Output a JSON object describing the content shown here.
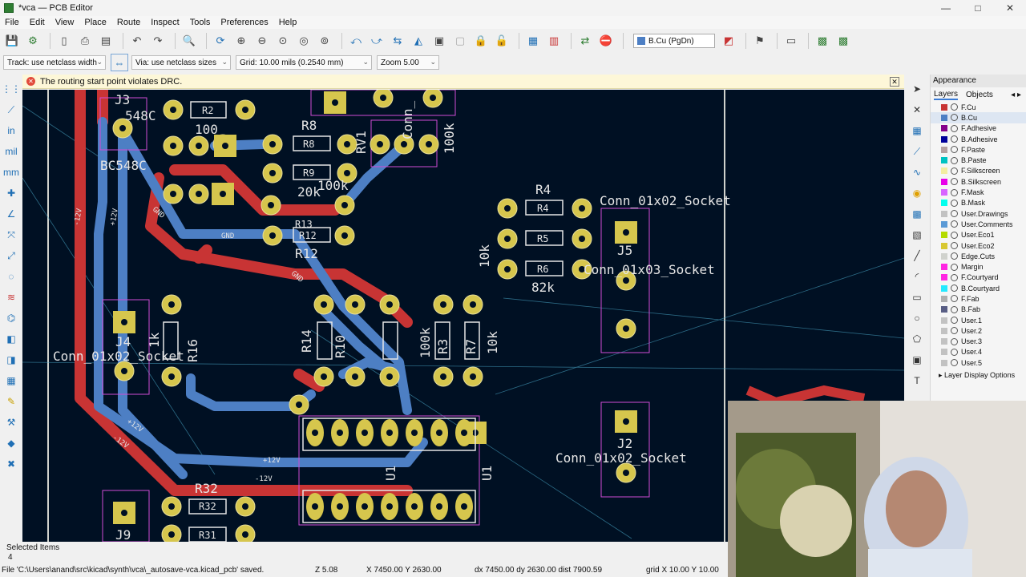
{
  "window": {
    "title": "*vca — PCB Editor",
    "minimize": "—",
    "maximize": "□",
    "close": "✕"
  },
  "menu": [
    "File",
    "Edit",
    "View",
    "Place",
    "Route",
    "Inspect",
    "Tools",
    "Preferences",
    "Help"
  ],
  "toolbar": {
    "layer": "B.Cu (PgDn)",
    "layer_color": "#4d7fc4"
  },
  "options": {
    "track": "Track: use netclass width",
    "via": "Via: use netclass sizes",
    "grid": "Grid: 10.00 mils (0.2540 mm)",
    "zoom": "Zoom 5.00"
  },
  "infobar": {
    "message": "The routing start point violates DRC."
  },
  "appearance": {
    "title": "Appearance",
    "tabs": [
      "Layers",
      "Objects"
    ],
    "layers": [
      {
        "name": "F.Cu",
        "color": "#c83434"
      },
      {
        "name": "B.Cu",
        "color": "#4d7fc4"
      },
      {
        "name": "F.Adhesive",
        "color": "#84008a"
      },
      {
        "name": "B.Adhesive",
        "color": "#00009a"
      },
      {
        "name": "F.Paste",
        "color": "#b4a0a0"
      },
      {
        "name": "B.Paste",
        "color": "#00c2c2"
      },
      {
        "name": "F.Silkscreen",
        "color": "#f2eda1"
      },
      {
        "name": "B.Silkscreen",
        "color": "#e800e8"
      },
      {
        "name": "F.Mask",
        "color": "#d864ff"
      },
      {
        "name": "B.Mask",
        "color": "#02ffee"
      },
      {
        "name": "User.Drawings",
        "color": "#c2c2c2"
      },
      {
        "name": "User.Comments",
        "color": "#5a9ad6"
      },
      {
        "name": "User.Eco1",
        "color": "#b4db00"
      },
      {
        "name": "User.Eco2",
        "color": "#d8c832"
      },
      {
        "name": "Edge.Cuts",
        "color": "#d0d2cd"
      },
      {
        "name": "Margin",
        "color": "#ff26e2"
      },
      {
        "name": "F.Courtyard",
        "color": "#ff26e2"
      },
      {
        "name": "B.Courtyard",
        "color": "#26e9ff"
      },
      {
        "name": "F.Fab",
        "color": "#afafaf"
      },
      {
        "name": "B.Fab",
        "color": "#585d84"
      },
      {
        "name": "User.1",
        "color": "#c2c2c2"
      },
      {
        "name": "User.2",
        "color": "#c2c2c2"
      },
      {
        "name": "User.3",
        "color": "#c2c2c2"
      },
      {
        "name": "User.4",
        "color": "#c2c2c2"
      },
      {
        "name": "User.5",
        "color": "#c2c2c2"
      }
    ],
    "display_options": "Layer Display Options"
  },
  "pcb": {
    "labels": {
      "j3": "J3",
      "bc548c_a": "548C",
      "bc548c_b": "BC548C",
      "r2": "R2",
      "r2_val": "100",
      "r8": "R8",
      "r8_pad": "R8",
      "r9": "R9",
      "r9_val": "20k",
      "r9_val2": "100k",
      "r12": "R12",
      "r12_pad": "R12",
      "r13": "R13",
      "rv1": "RV1",
      "conn1": "Conn_",
      "rv_val": "100k",
      "r4": "R4",
      "r4_pad": "R4",
      "r5": "R5",
      "r6": "R6",
      "r6_val": "82k",
      "r_10k": "10k",
      "conn_j5": "Conn_01x02_Socket",
      "j5": "J5",
      "conn_03": "Conn_01x03_Socket",
      "j4": "J4",
      "conn_j4": "Conn_01x02_Socket",
      "r16": "R16",
      "r16_val": "1k",
      "r14": "R14",
      "r10": "R10",
      "r3": "R3",
      "r7": "R7",
      "val_100k": "100k",
      "val_10k": "10k",
      "j2": "J2",
      "conn_j2": "Conn_01x02_Socket",
      "u1": "U1",
      "u1b": "U1",
      "r32": "R32",
      "r31": "R31",
      "j9": "J9",
      "gnd": "GND",
      "p12v": "+12V",
      "m12v": "-12V"
    }
  },
  "status": {
    "selected_label": "Selected Items",
    "selected_count": "4",
    "file_msg": "File 'C:\\Users\\anand\\src\\kicad\\synth\\vca\\_autosave-vca.kicad_pcb' saved.",
    "zoom": "Z 5.08",
    "xy": "X 7450.00  Y 2630.00",
    "delta": "dx 7450.00  dy 2630.00  dist 7900.59",
    "grid": "grid X 10.00  Y 10.00"
  }
}
